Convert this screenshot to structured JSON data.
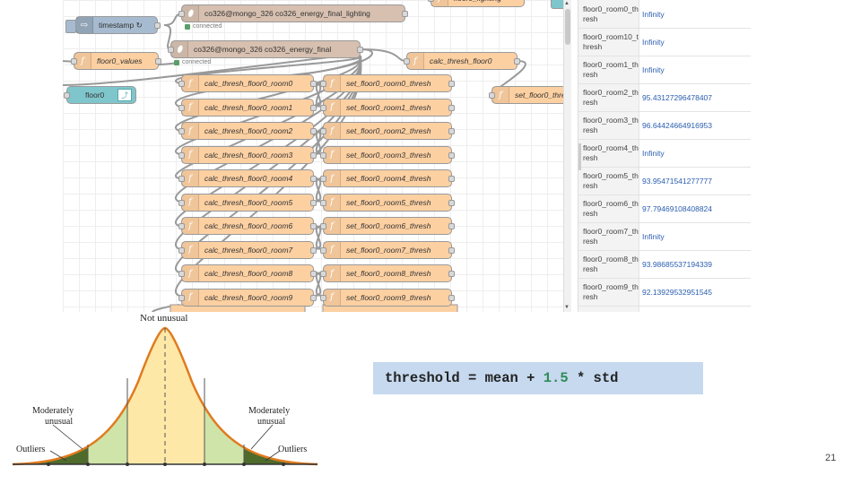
{
  "editor": {
    "nodes": {
      "lighting_top": "floor0_lighting",
      "timestamp": "timestamp ↻",
      "mongo_lighting": "co326@mongo_326 co326_energy_final_lighting",
      "mongo_lighting_status": "connected",
      "mongo_final": "co326@mongo_326 co326_energy_final",
      "mongo_final_status": "connected",
      "floor0_values": "floor0_values",
      "calc_thresh_floor0": "calc_thresh_floor0",
      "floor0_chart": "floor0",
      "set_floor0_thresh": "set_floor0_thre",
      "calc_room": [
        "calc_thresh_floor0_room0",
        "calc_thresh_floor0_room1",
        "calc_thresh_floor0_room2",
        "calc_thresh_floor0_room3",
        "calc_thresh_floor0_room4",
        "calc_thresh_floor0_room5",
        "calc_thresh_floor0_room6",
        "calc_thresh_floor0_room7",
        "calc_thresh_floor0_room8",
        "calc_thresh_floor0_room9"
      ],
      "set_room": [
        "set_floor0_room0_thresh",
        "set_floor0_room1_thresh",
        "set_floor0_room2_thresh",
        "set_floor0_room3_thresh",
        "set_floor0_room4_thresh",
        "set_floor0_room5_thresh",
        "set_floor0_room6_thresh",
        "set_floor0_room7_thresh",
        "set_floor0_room8_thresh",
        "set_floor0_room9_thresh"
      ]
    }
  },
  "context_table": {
    "rows": [
      {
        "key": "floor0_room0_thresh",
        "value": "Infinity"
      },
      {
        "key": "floor0_room10_thresh",
        "value": "Infinity"
      },
      {
        "key": "floor0_room1_thresh",
        "value": "Infinity"
      },
      {
        "key": "floor0_room2_thresh",
        "value": "95.43127296478407"
      },
      {
        "key": "floor0_room3_thresh",
        "value": "96.64424664916953"
      },
      {
        "key": "floor0_room4_thresh",
        "value": "Infinity"
      },
      {
        "key": "floor0_room5_thresh",
        "value": "93.95471541277777"
      },
      {
        "key": "floor0_room6_thresh",
        "value": "97.79469108408824"
      },
      {
        "key": "floor0_room7_thresh",
        "value": "Infinity"
      },
      {
        "key": "floor0_room8_thresh",
        "value": "93.98685537194339"
      },
      {
        "key": "floor0_room9_thresh",
        "value": "92.13929532951545"
      }
    ]
  },
  "bell_curve": {
    "not_unusual": "Not unusual",
    "moderately_unusual_left_1": "Moderately",
    "moderately_unusual_left_2": "unusual",
    "moderately_unusual_right_1": "Moderately",
    "moderately_unusual_right_2": "unusual",
    "outliers_left": "Outliers",
    "outliers_right": "Outliers"
  },
  "formula": {
    "prefix": "threshold = mean + ",
    "number": "1.5",
    "suffix": " * std"
  },
  "page_number": "21",
  "colors": {
    "function_node": "#fdd0a2",
    "formula_bg": "#c6d9ef",
    "formula_number": "#2e8b57",
    "curve_center": "#fde8a8",
    "curve_middle": "#cfe4a8",
    "curve_tail": "#4e6b2c",
    "curve_line": "#e07b1f"
  }
}
